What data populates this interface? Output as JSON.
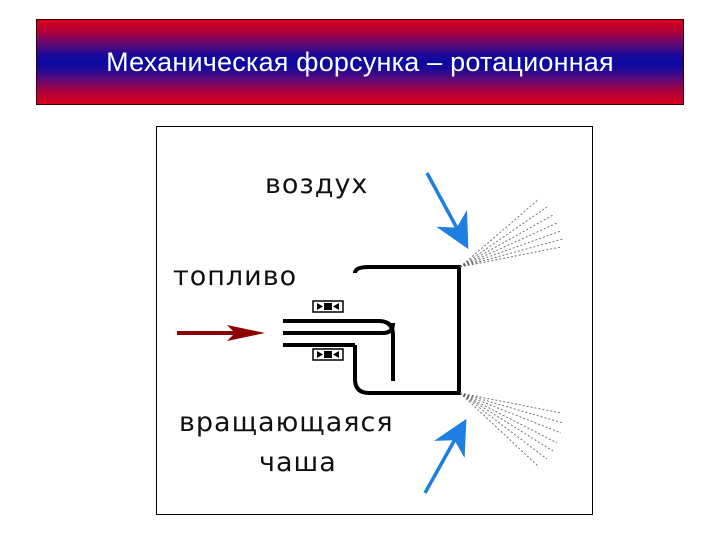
{
  "title": "Механическая форсунка – ротационная",
  "labels": {
    "air": "воздух",
    "fuel": "топливо",
    "cup_line1": "вращающаяся",
    "cup_line2": "чаша"
  },
  "colors": {
    "fuel_arrow": "#8b0000",
    "air_arrow": "#1e7fe0",
    "title_top": "#d8001c",
    "title_mid": "#0a0aa0",
    "title_text": "#ffffff"
  }
}
